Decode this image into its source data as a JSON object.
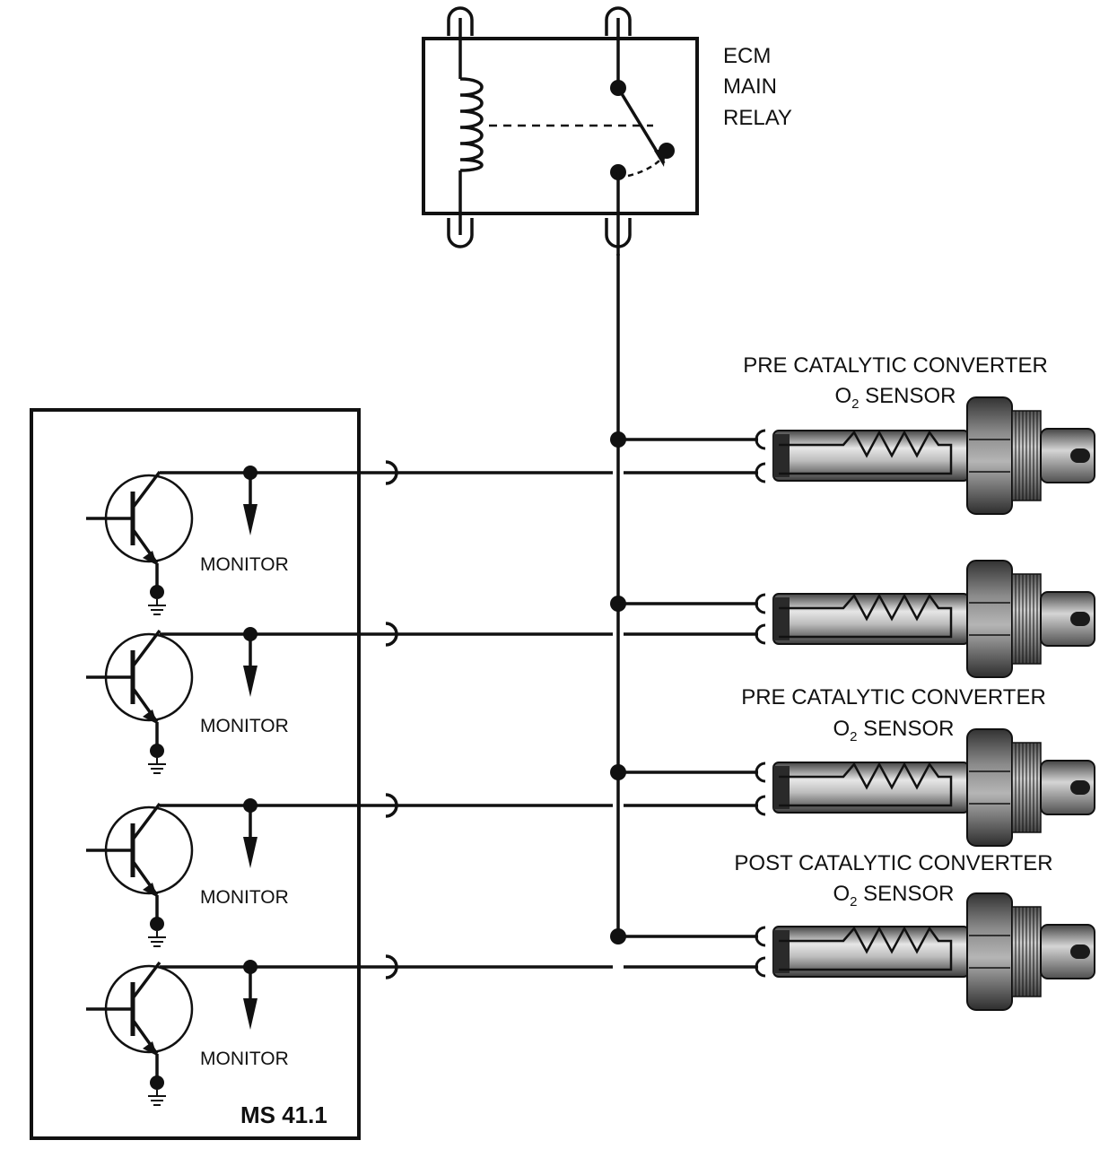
{
  "relay": {
    "label_lines": [
      "ECM",
      "MAIN",
      "RELAY"
    ]
  },
  "ecu": {
    "label": "MS 41.1",
    "monitor_label": "MONITOR"
  },
  "sensors": [
    {
      "title": "PRE CATALYTIC CONVERTER",
      "sub_prefix": "O",
      "sub_index": "2",
      "sub_suffix": " SENSOR"
    },
    {
      "title": "",
      "sub_prefix": "",
      "sub_index": "",
      "sub_suffix": ""
    },
    {
      "title": "PRE CATALYTIC CONVERTER",
      "sub_prefix": "O",
      "sub_index": "2",
      "sub_suffix": " SENSOR"
    },
    {
      "title": "POST CATALYTIC CONVERTER",
      "sub_prefix": "O",
      "sub_index": "2",
      "sub_suffix": " SENSOR"
    }
  ],
  "colors": {
    "line": "#111111",
    "sensor_body_light": "#d8d8d8",
    "sensor_body_dark": "#6a6a6a",
    "hex_nut": "#555555"
  }
}
